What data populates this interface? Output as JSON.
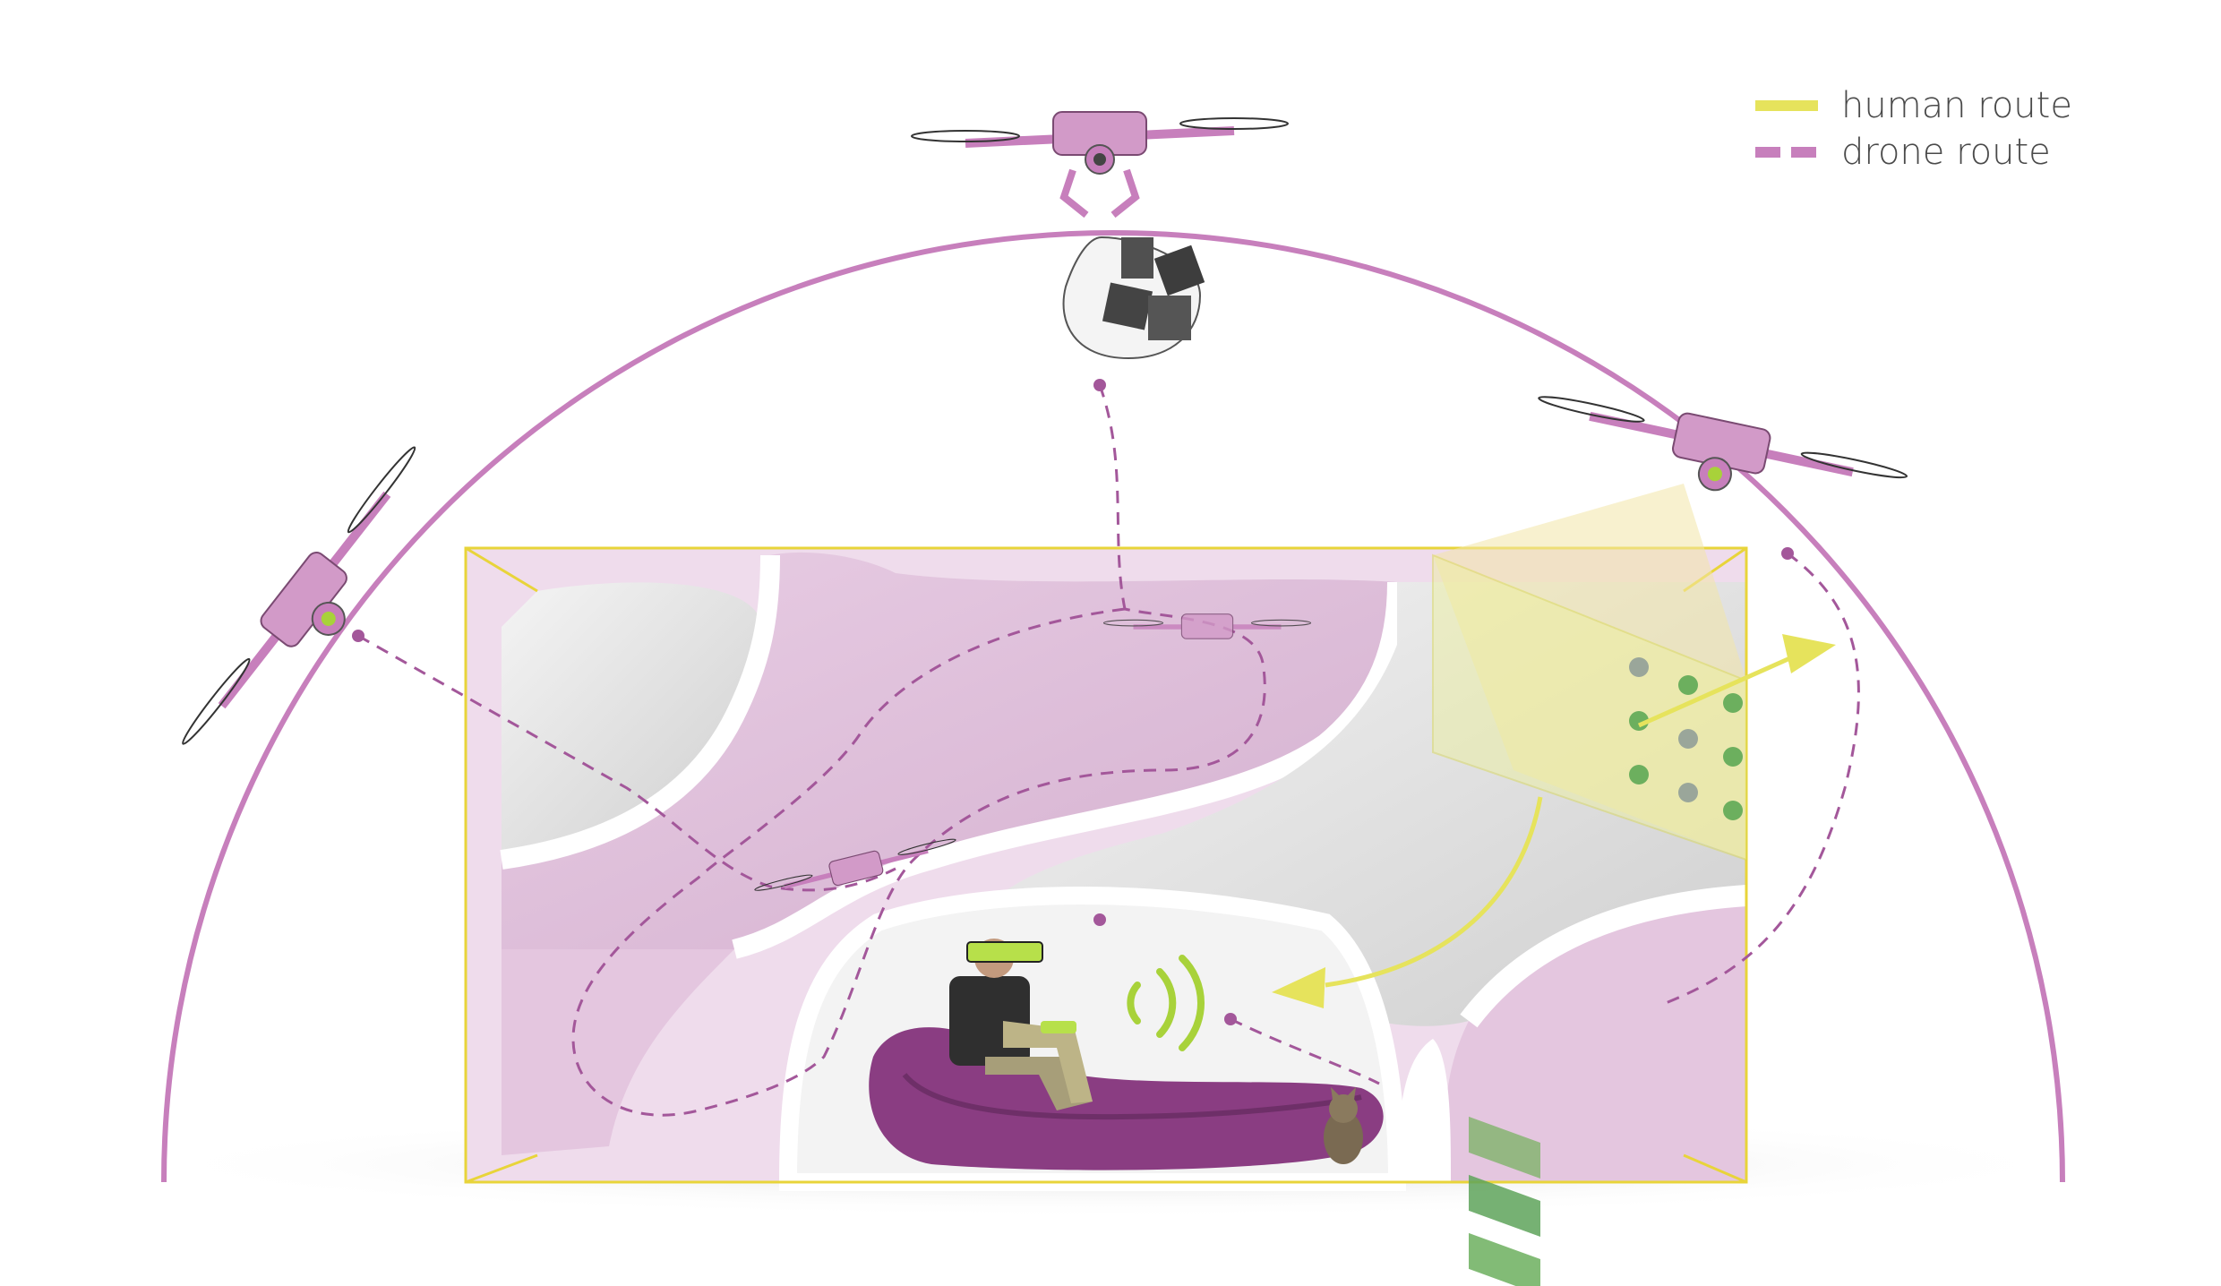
{
  "legend": {
    "items": [
      {
        "label": "human route",
        "style": "solid",
        "color": "#e6e35c"
      },
      {
        "label": "drone route",
        "style": "dashed",
        "color": "#c77fbc"
      }
    ]
  },
  "colors": {
    "drone": "#c77fbc",
    "human": "#e6e35c",
    "frame": "#e8d43a",
    "wall_pink": "#e7cfe3",
    "wall_grey": "#e6e6e6",
    "sofa": "#8a3d82"
  },
  "icons": [
    "drone-icon",
    "package-net-icon",
    "person-vr-icon",
    "cat-icon",
    "signal-icon",
    "control-panel-icon"
  ]
}
